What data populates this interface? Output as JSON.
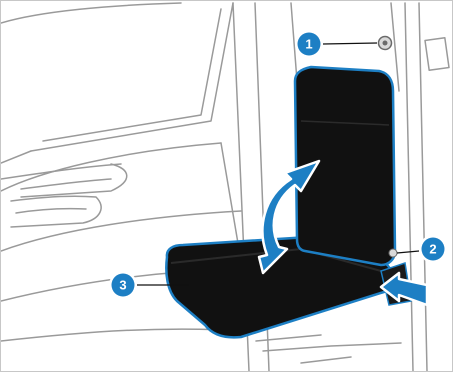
{
  "figure": {
    "callouts": [
      {
        "label": "1",
        "refers_to": "upper-mount-icon"
      },
      {
        "label": "2",
        "refers_to": "release-button-icon"
      },
      {
        "label": "3",
        "refers_to": "seat-cushion"
      }
    ],
    "colors": {
      "callout_fill": "#1d7fc4",
      "callout_ring": "#ffffff",
      "arrow_fill": "#1d7fc4",
      "seat_fill": "#111111",
      "seat_outline": "#1d7fc4",
      "line_art": "#9a9a9a"
    }
  }
}
